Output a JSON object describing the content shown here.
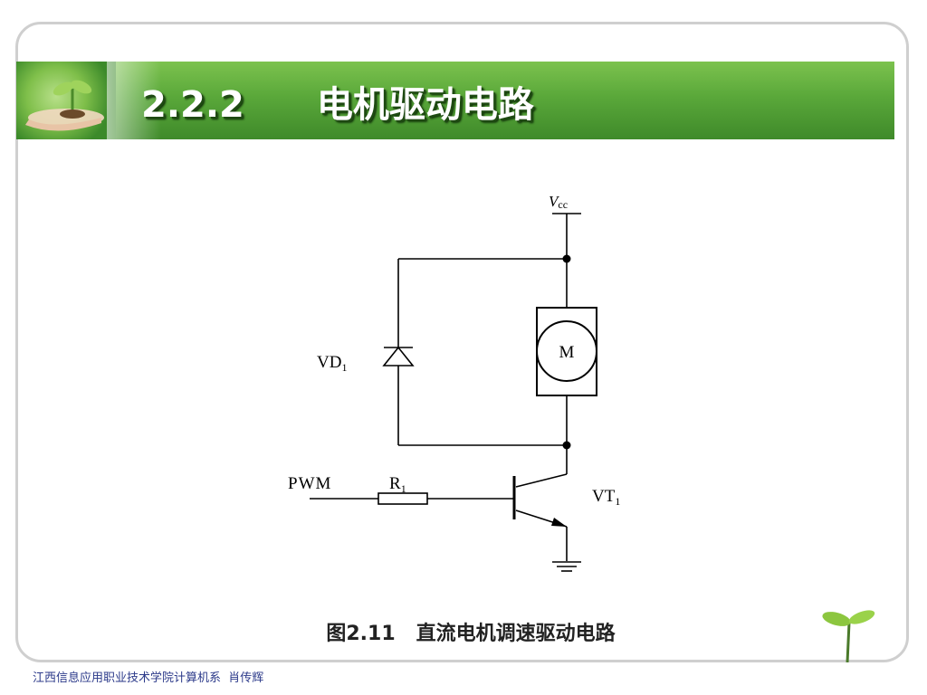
{
  "slide": {
    "section_number": "2.2.2",
    "title": "电机驱动电路",
    "caption": "图2.11   直流电机调速驱动电路",
    "footer": "江西信息应用职业技术学院计算机系  肖传辉"
  },
  "circuit": {
    "supply_label": "V",
    "supply_subscript": "cc",
    "diode_label": "VD",
    "diode_subscript": "1",
    "motor_label": "M",
    "input_label": "PWM",
    "resistor_label": "R",
    "resistor_subscript": "1",
    "transistor_label": "VT",
    "transistor_subscript": "1"
  },
  "colors": {
    "title_band": "#5aa83a",
    "title_text": "#ffffff",
    "wire": "#000000",
    "footer_text": "#2c3a8a"
  },
  "icons": {
    "corner_art": "plant-in-hand-icon",
    "bottom_right_art": "sprout-icon"
  }
}
